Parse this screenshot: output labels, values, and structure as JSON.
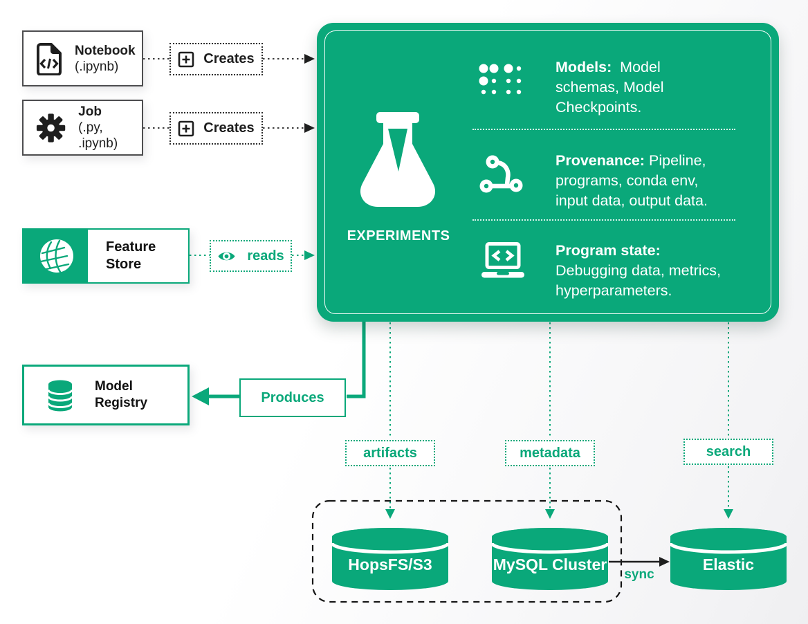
{
  "colors": {
    "brand_green": "#0AA87A",
    "ink": "#1e1e1e"
  },
  "nodes": {
    "notebook": {
      "title": "Notebook",
      "subtitle": "(.ipynb)"
    },
    "job": {
      "title": "Job",
      "subtitle": "(.py, .ipynb)"
    },
    "feature_store": {
      "line1": "Feature",
      "line2": "Store"
    },
    "model_registry": {
      "line1": "Model",
      "line2": "Registry"
    },
    "experiments": {
      "label": "EXPERIMENTS",
      "items": [
        {
          "icon": "dots-grid-icon",
          "bold": "Models:",
          "line1_rest": "  Model",
          "line2": "schemas, Model",
          "line3": "Checkpoints."
        },
        {
          "icon": "provenance-icon",
          "bold": "Provenance:",
          "line1_rest": " Pipeline,",
          "line2": "programs, conda env,",
          "line3": "input data, output data."
        },
        {
          "icon": "laptop-code-icon",
          "bold": "Program state:",
          "line1_rest": "",
          "line2": "Debugging data, metrics,",
          "line3": "hyperparameters."
        }
      ]
    }
  },
  "edges": {
    "creates_top": "Creates",
    "creates_bottom": "Creates",
    "reads": "reads",
    "produces": "Produces",
    "artifacts": "artifacts",
    "metadata": "metadata",
    "search": "search",
    "sync": "sync"
  },
  "datastores": [
    {
      "label": "HopsFS/S3"
    },
    {
      "label": "MySQL Cluster"
    },
    {
      "label": "Elastic"
    }
  ]
}
